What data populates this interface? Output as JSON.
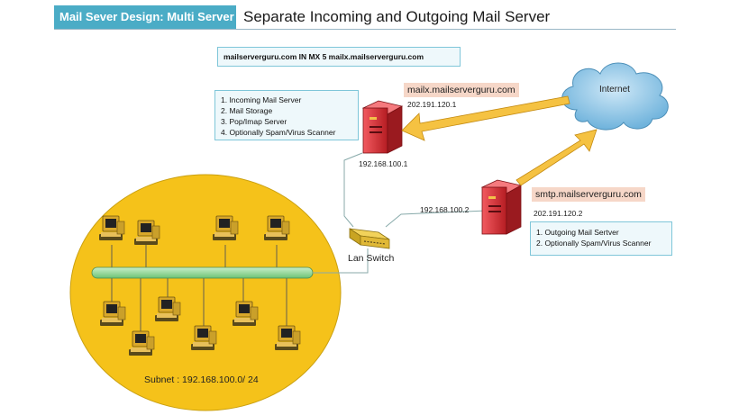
{
  "header": {
    "tab_label": "Mail Sever Design: Multi Server",
    "title": "Separate Incoming and Outgoing Mail Server"
  },
  "mx_record": "mailserverguru.com   IN MX  5  mailx.mailserverguru.com",
  "incoming_server": {
    "hostname": "mailx.mailserverguru.com",
    "public_ip": "202.191.120.1",
    "lan_ip": "192.168.100.1",
    "roles": [
      "1. Incoming Mail Server",
      "2. Mail Storage",
      "3. Pop/Imap Server",
      "4. Optionally Spam/Virus Scanner"
    ]
  },
  "outgoing_server": {
    "hostname": "smtp.mailserverguru.com",
    "public_ip": "202.191.120.2",
    "lan_ip": "192.168.100.2",
    "roles": [
      "1. Outgoing Mail Sertver",
      "2. Optionally Spam/Virus Scanner"
    ]
  },
  "internet_label": "Internet",
  "switch_label": "Lan Switch",
  "subnet_label": "Subnet : 192.168.100.0/ 24",
  "colors": {
    "header_tab": "#4bacc6",
    "subnet_fill": "#f5c21a",
    "bus": "#8fd694",
    "server": "#e8333a",
    "arrow": "#f5c242",
    "cloud": "#8ec6e6",
    "host_label": "#f6d7c8"
  }
}
